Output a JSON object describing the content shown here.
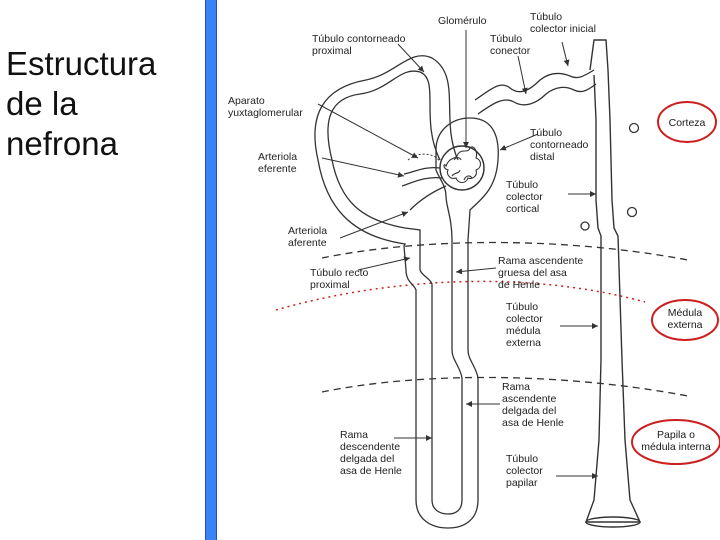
{
  "slide": {
    "title": "Estructura\nde la\nnefrona"
  },
  "labels": {
    "glomerulo": [
      "Glomérulo"
    ],
    "tubulo_colector_inicial": [
      "Túbulo",
      "colector inicial"
    ],
    "tubulo_contorneado_proximal": [
      "Túbulo contorneado",
      "proximal"
    ],
    "tubulo_conector": [
      "Túbulo",
      "conector"
    ],
    "aparato_yuxtaglomerular": [
      "Aparato",
      "yuxtaglomerular"
    ],
    "tubulo_contorneado_distal": [
      "Túbulo",
      "contorneado",
      "distal"
    ],
    "arteriola_eferente": [
      "Arteriola",
      "eferente"
    ],
    "tubulo_colector_cortical": [
      "Túbulo",
      "colector",
      "cortical"
    ],
    "arteriola_aferente": [
      "Arteriola",
      "aferente"
    ],
    "rama_ascendente_gruesa": [
      "Rama ascendente",
      "gruesa del asa",
      "de Henle"
    ],
    "tubulo_recto_proximal": [
      "Túbulo recto",
      "proximal"
    ],
    "tubulo_colector_medula_externa": [
      "Túbulo",
      "colector",
      "médula",
      "externa"
    ],
    "rama_ascendente_delgada": [
      "Rama",
      "ascendente",
      "delgada del",
      "asa de Henle"
    ],
    "rama_descendente_delgada": [
      "Rama",
      "descendente",
      "delgada del",
      "asa de Henle"
    ],
    "tubulo_colector_papilar": [
      "Túbulo",
      "colector",
      "papilar"
    ]
  },
  "zones": {
    "corteza": [
      "Corteza"
    ],
    "medula_externa": [
      "Médula",
      "externa"
    ],
    "papila": [
      "Papila o",
      "médula interna"
    ]
  },
  "colors": {
    "bar": "#3b82f6",
    "ellipse": "#cc1f1f",
    "dotted_boundary": "#cc1f1f",
    "line": "#333333"
  }
}
